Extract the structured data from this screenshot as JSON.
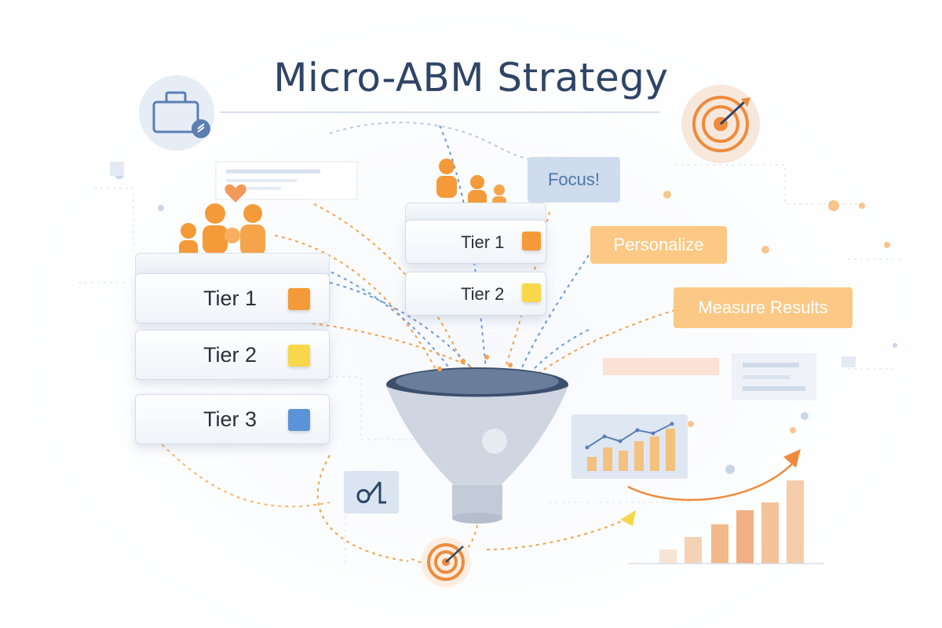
{
  "title": "Micro-ABM Strategy",
  "colors": {
    "orange": "#f59a38",
    "yellow": "#f8d84a",
    "blue": "#5b93d8",
    "title": "#2e4566",
    "tag_blue_bg": "#cfdcee",
    "tag_orange_bg": "#fbc985"
  },
  "left_stack": {
    "tiers": [
      {
        "label": "Tier 1",
        "color": "orange"
      },
      {
        "label": "Tier 2",
        "color": "yellow"
      },
      {
        "label": "Tier 3",
        "color": "blue"
      }
    ]
  },
  "right_stack": {
    "tiers": [
      {
        "label": "Tier 1",
        "color": "orange"
      },
      {
        "label": "Tier 2",
        "color": "yellow"
      }
    ]
  },
  "tags": {
    "focus": "Focus!",
    "personalize": "Personalize",
    "measure": "Measure Results"
  },
  "icons": [
    "briefcase-icon",
    "target-icon",
    "funnel-icon",
    "bar-chart-icon",
    "growth-arrow-icon",
    "people-icon",
    "heart-icon"
  ]
}
